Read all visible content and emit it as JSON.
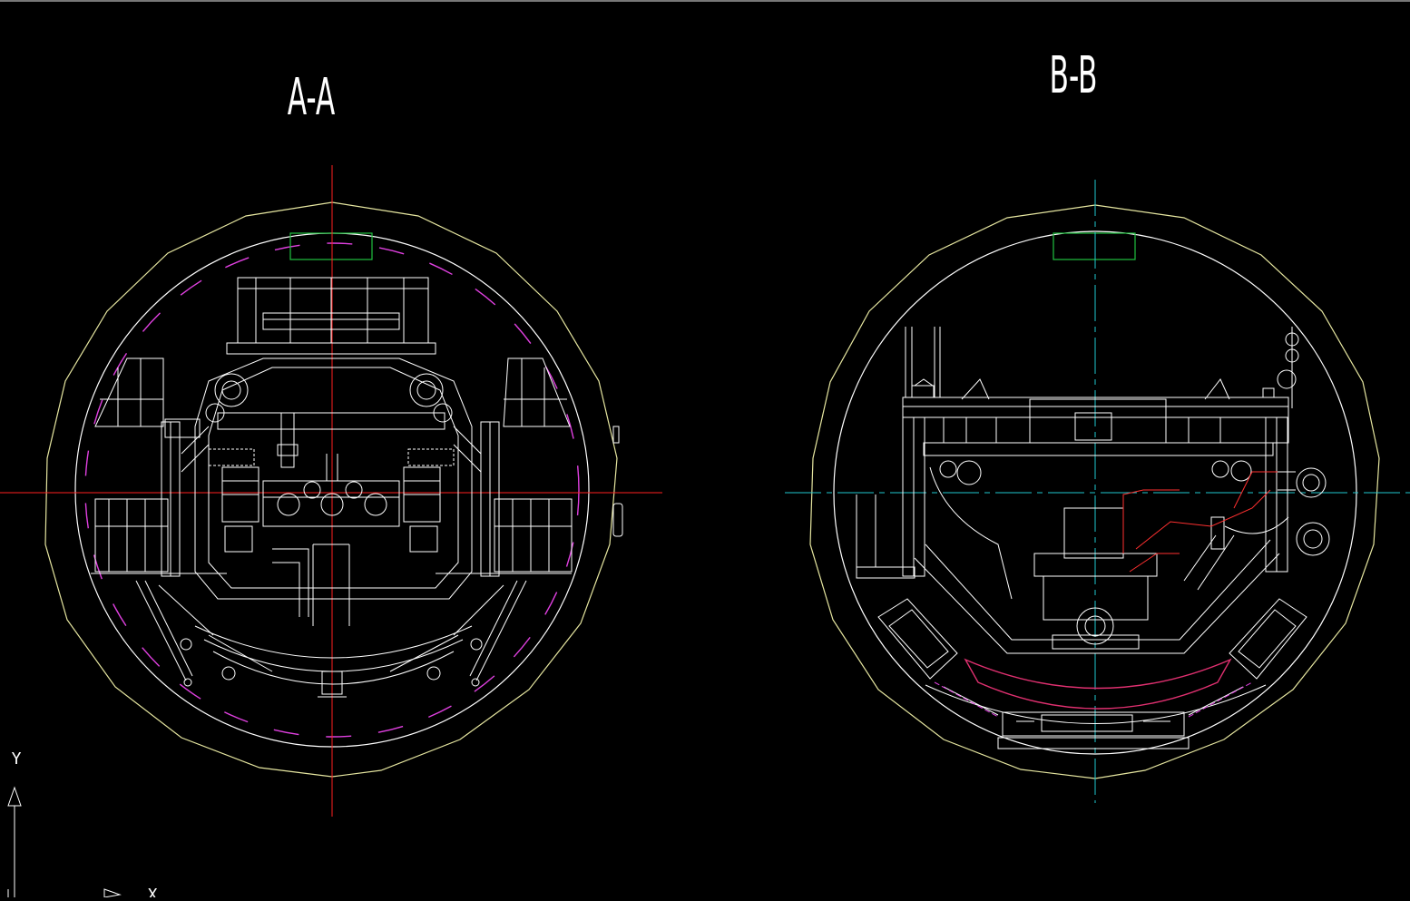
{
  "drawing": {
    "background": "#000000",
    "sections": [
      {
        "id": "section-a",
        "label": "A-A"
      },
      {
        "id": "section-b",
        "label": "B-B"
      }
    ],
    "ucs": {
      "y_label": "Y",
      "x_label": "X"
    },
    "colors": {
      "white": "#ffffff",
      "outline": "#e6e6a0",
      "centerline_red": "#ff2020",
      "centerline_cyan": "#20c8d0",
      "green": "#20c040",
      "magenta": "#e040e0"
    }
  }
}
